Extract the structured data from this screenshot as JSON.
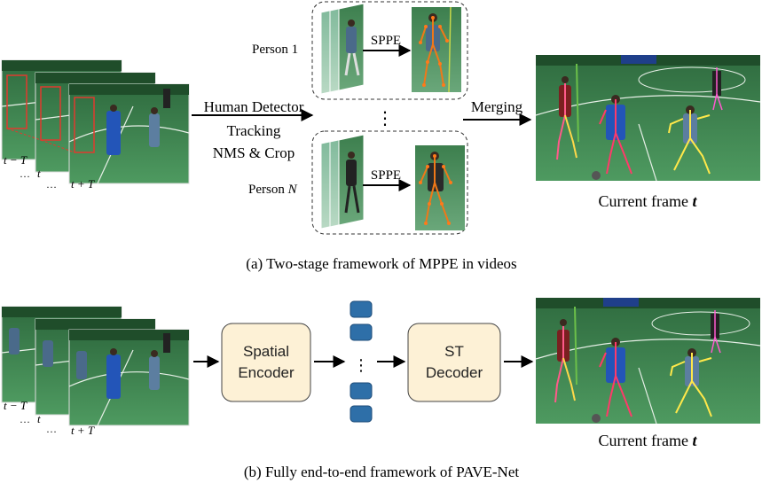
{
  "panel_a": {
    "time_labels": [
      "t − T",
      "t",
      "t + T"
    ],
    "ellipsis": "…",
    "person_1_label": "Person 1",
    "person_n_label_prefix": "Person ",
    "person_n_var": "N",
    "sppe_label": "SPPE",
    "detector_lines": [
      "Human Detector",
      "Tracking",
      "NMS & Crop"
    ],
    "vertical_dots": "⋮",
    "merging_label": "Merging",
    "output_caption_prefix": "Current frame ",
    "output_caption_var": "t",
    "caption": "(a) Two-stage framework of MPPE in videos"
  },
  "panel_b": {
    "time_labels": [
      "t − T",
      "t",
      "t + T"
    ],
    "ellipsis": "…",
    "spatial_encoder_lines": [
      "Spatial",
      "Encoder"
    ],
    "st_decoder_lines": [
      "ST",
      "Decoder"
    ],
    "vertical_dots": "⋮",
    "output_caption_prefix": "Current frame ",
    "output_caption_var": "t",
    "caption": "(b) Fully end-to-end framework of PAVE-Net"
  },
  "colors": {
    "box_fill": "#fdf1d6",
    "box_stroke": "#444444",
    "token_fill": "#2e6fa8",
    "token_stroke": "#1c4b78",
    "field_green": "#3e8a55",
    "court_line": "#e8f0e8",
    "bbox_red": "#e03a2e",
    "dashed_border": "#333333"
  },
  "icons": [
    "arrow-icon",
    "video-frame-icon",
    "feature-token-icon"
  ]
}
